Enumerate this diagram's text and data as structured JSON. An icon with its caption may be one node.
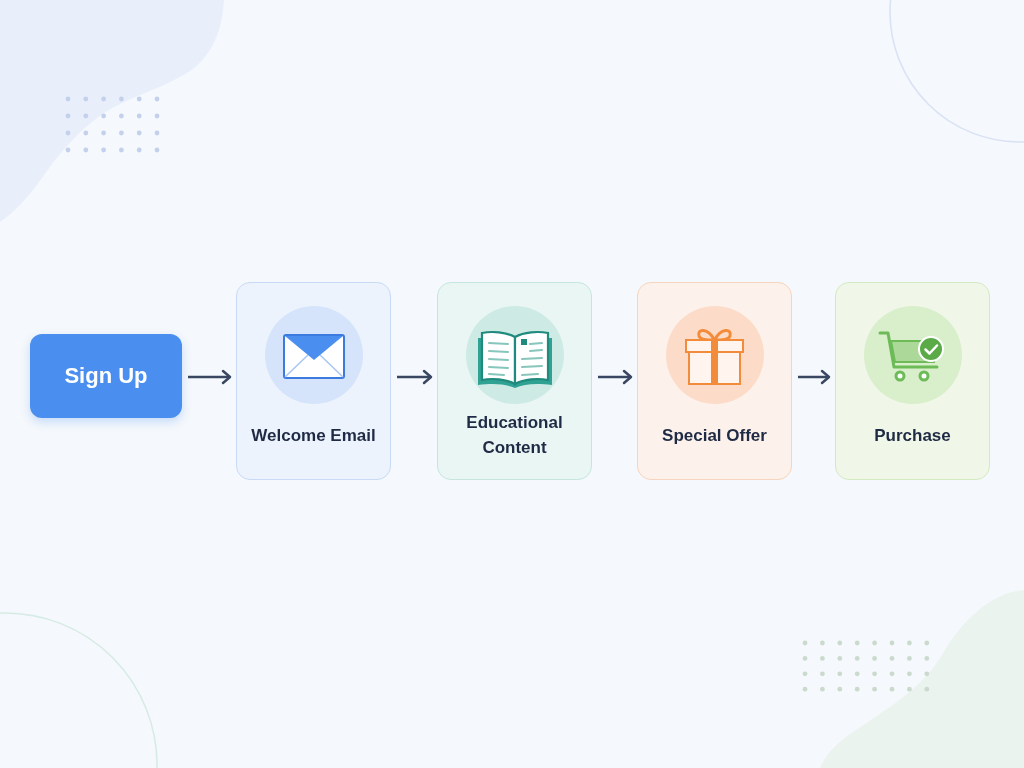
{
  "diagram": {
    "nodes": [
      {
        "text": [
          "Sign Up"
        ]
      },
      {
        "text": [
          "Welcome Email"
        ]
      },
      {
        "text": [
          "Educational Content"
        ]
      },
      {
        "text": [
          "Special Offer"
        ]
      },
      {
        "text": [
          "Purchase"
        ]
      }
    ],
    "edges": [
      {
        "from": 0,
        "to": 1,
        "arrow": "to"
      },
      {
        "from": 1,
        "to": 2,
        "arrow": "to"
      },
      {
        "from": 2,
        "to": 3,
        "arrow": "to"
      },
      {
        "from": 3,
        "to": 4,
        "arrow": "to"
      }
    ]
  }
}
